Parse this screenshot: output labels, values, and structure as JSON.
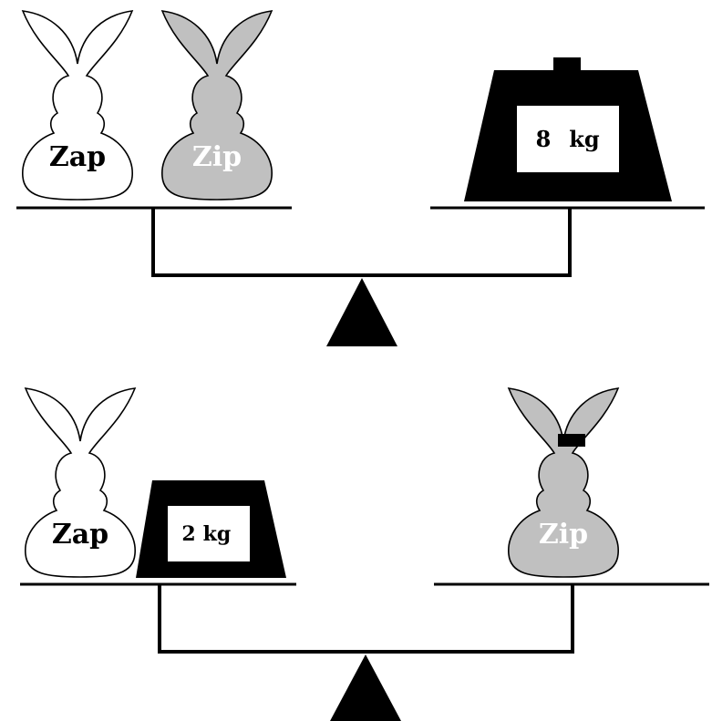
{
  "scales": [
    {
      "left_pan": {
        "bunny_1": {
          "label": "Zap",
          "fill": "#ffffff",
          "text_color": "#000000"
        },
        "bunny_2": {
          "label": "Zip",
          "fill": "#c0c0c0",
          "text_color": "#ffffff"
        }
      },
      "right_pan": {
        "weight": {
          "number": "8",
          "unit": "kg"
        }
      }
    },
    {
      "left_pan": {
        "bunny": {
          "label": "Zap",
          "fill": "#ffffff",
          "text_color": "#000000"
        },
        "weight": {
          "number": "2",
          "unit": "kg"
        }
      },
      "right_pan": {
        "bunny": {
          "label": "Zip",
          "fill": "#c0c0c0",
          "text_color": "#ffffff"
        }
      }
    }
  ],
  "colors": {
    "outline": "#000000",
    "weight_fill": "#000000",
    "zip_fill": "#c0c0c0"
  }
}
